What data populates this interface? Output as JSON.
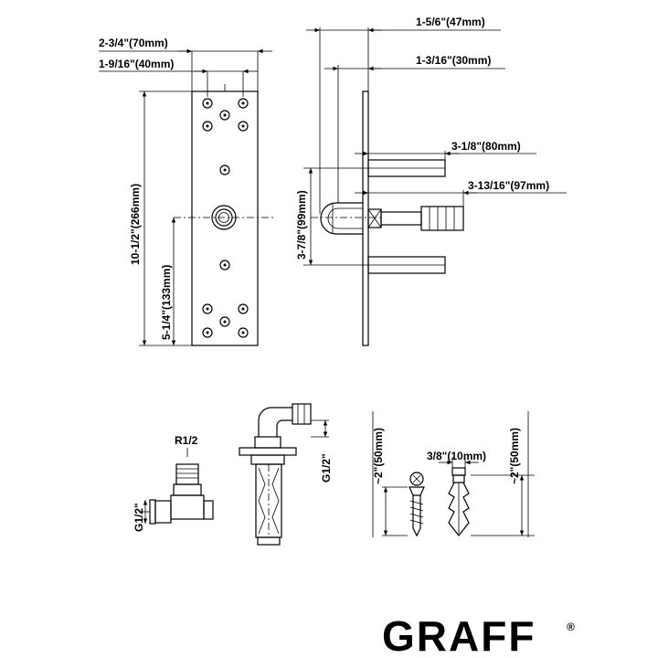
{
  "plate_front": {
    "width_overall": "2-3/4\"(70mm)",
    "hole_spacing": "1-9/16\"(40mm)",
    "height_overall": "10-1/2\"(266mm)",
    "center_height": "5-1/4\"(133mm)"
  },
  "plate_side": {
    "depth_outer": "1-5/6\"(47mm)",
    "depth_inner": "1-3/16\"(30mm)",
    "stud_length": "3-1/8\"(80mm)",
    "inlet_length": "3-13/16\"(97mm)",
    "stud_spacing": "3-7/8\"(99mm)"
  },
  "tee_fitting": {
    "thread_top": "R1/2",
    "thread_side": "G1/2\""
  },
  "elbow_fitting": {
    "thread_side": "G1/2\""
  },
  "screw": {
    "length": "~2\"(50mm)"
  },
  "anchor": {
    "diameter": "3/8\"(10mm)",
    "length": "~2\"(50mm)"
  },
  "brand": {
    "logo_text": "GRAFF",
    "registered_mark": "®"
  }
}
